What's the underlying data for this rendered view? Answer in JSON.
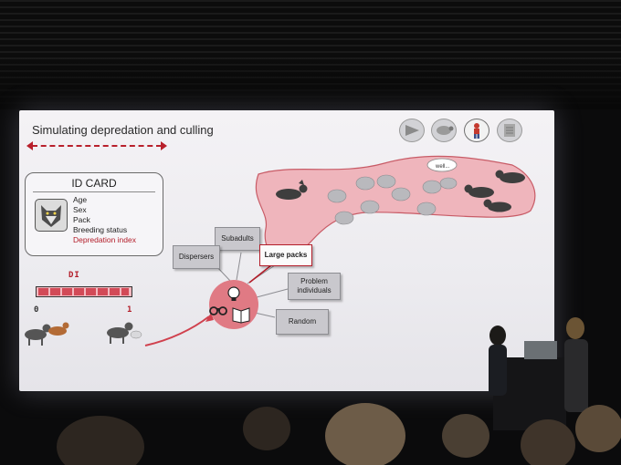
{
  "slide": {
    "title": "Simulating depredation and culling",
    "id_card": {
      "title": "ID CARD",
      "fields": [
        "Age",
        "Sex",
        "Pack",
        "Breeding status"
      ],
      "highlighted_field": "Depredation index"
    },
    "index": {
      "label": "DI",
      "min_label": "0",
      "max_label": "1"
    },
    "thought_bubble": "well...",
    "strategies": {
      "subadults": "Subadults",
      "dispersers": "Dispersers",
      "large_packs": "Large packs",
      "problem_individuals": "Problem individuals",
      "random": "Random"
    },
    "selected_strategy": "Large packs",
    "icon_strip": [
      "arrow-icon",
      "sheep-icon",
      "person-icon",
      "document-icon"
    ]
  },
  "colors": {
    "accent": "#b31d29",
    "field_fill": "#efb5bc",
    "hub": "#e07a84"
  }
}
